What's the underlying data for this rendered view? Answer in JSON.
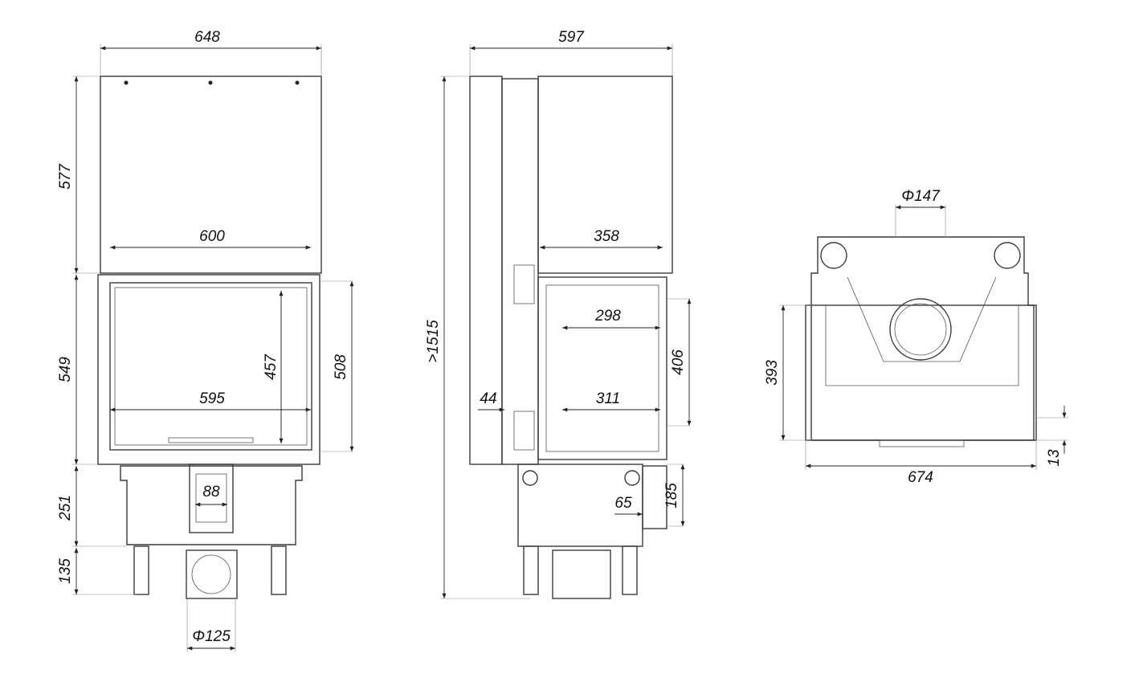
{
  "title": "Fireplace insert dimension drawing",
  "views": {
    "front": {
      "dims": {
        "width_total": "648",
        "height_top": "577",
        "width_top_inner": "600",
        "height_firebox": "549",
        "height_glass": "457",
        "height_door": "508",
        "width_glass": "595",
        "width_air_inlet": "88",
        "height_base": "251",
        "height_legs": "135",
        "diameter_air": "Φ125"
      }
    },
    "side": {
      "dims": {
        "depth_total": "597",
        "height_min": ">1515",
        "depth_top": "358",
        "depth_glass": "298",
        "height_side_glass": "406",
        "offset_44": "44",
        "depth_side": "311",
        "offset_65": "65",
        "height_185": "185"
      }
    },
    "top": {
      "dims": {
        "diameter_flue": "Φ147",
        "depth": "393",
        "width": "674",
        "offset_13": "13"
      }
    }
  }
}
